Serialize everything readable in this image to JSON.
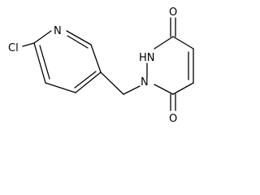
{
  "molecule": {
    "atoms": {
      "cl": "Cl",
      "n_pyridine": "N",
      "nh": "HN",
      "n_ring": "N",
      "o_top": "O",
      "o_bottom": "O"
    }
  }
}
